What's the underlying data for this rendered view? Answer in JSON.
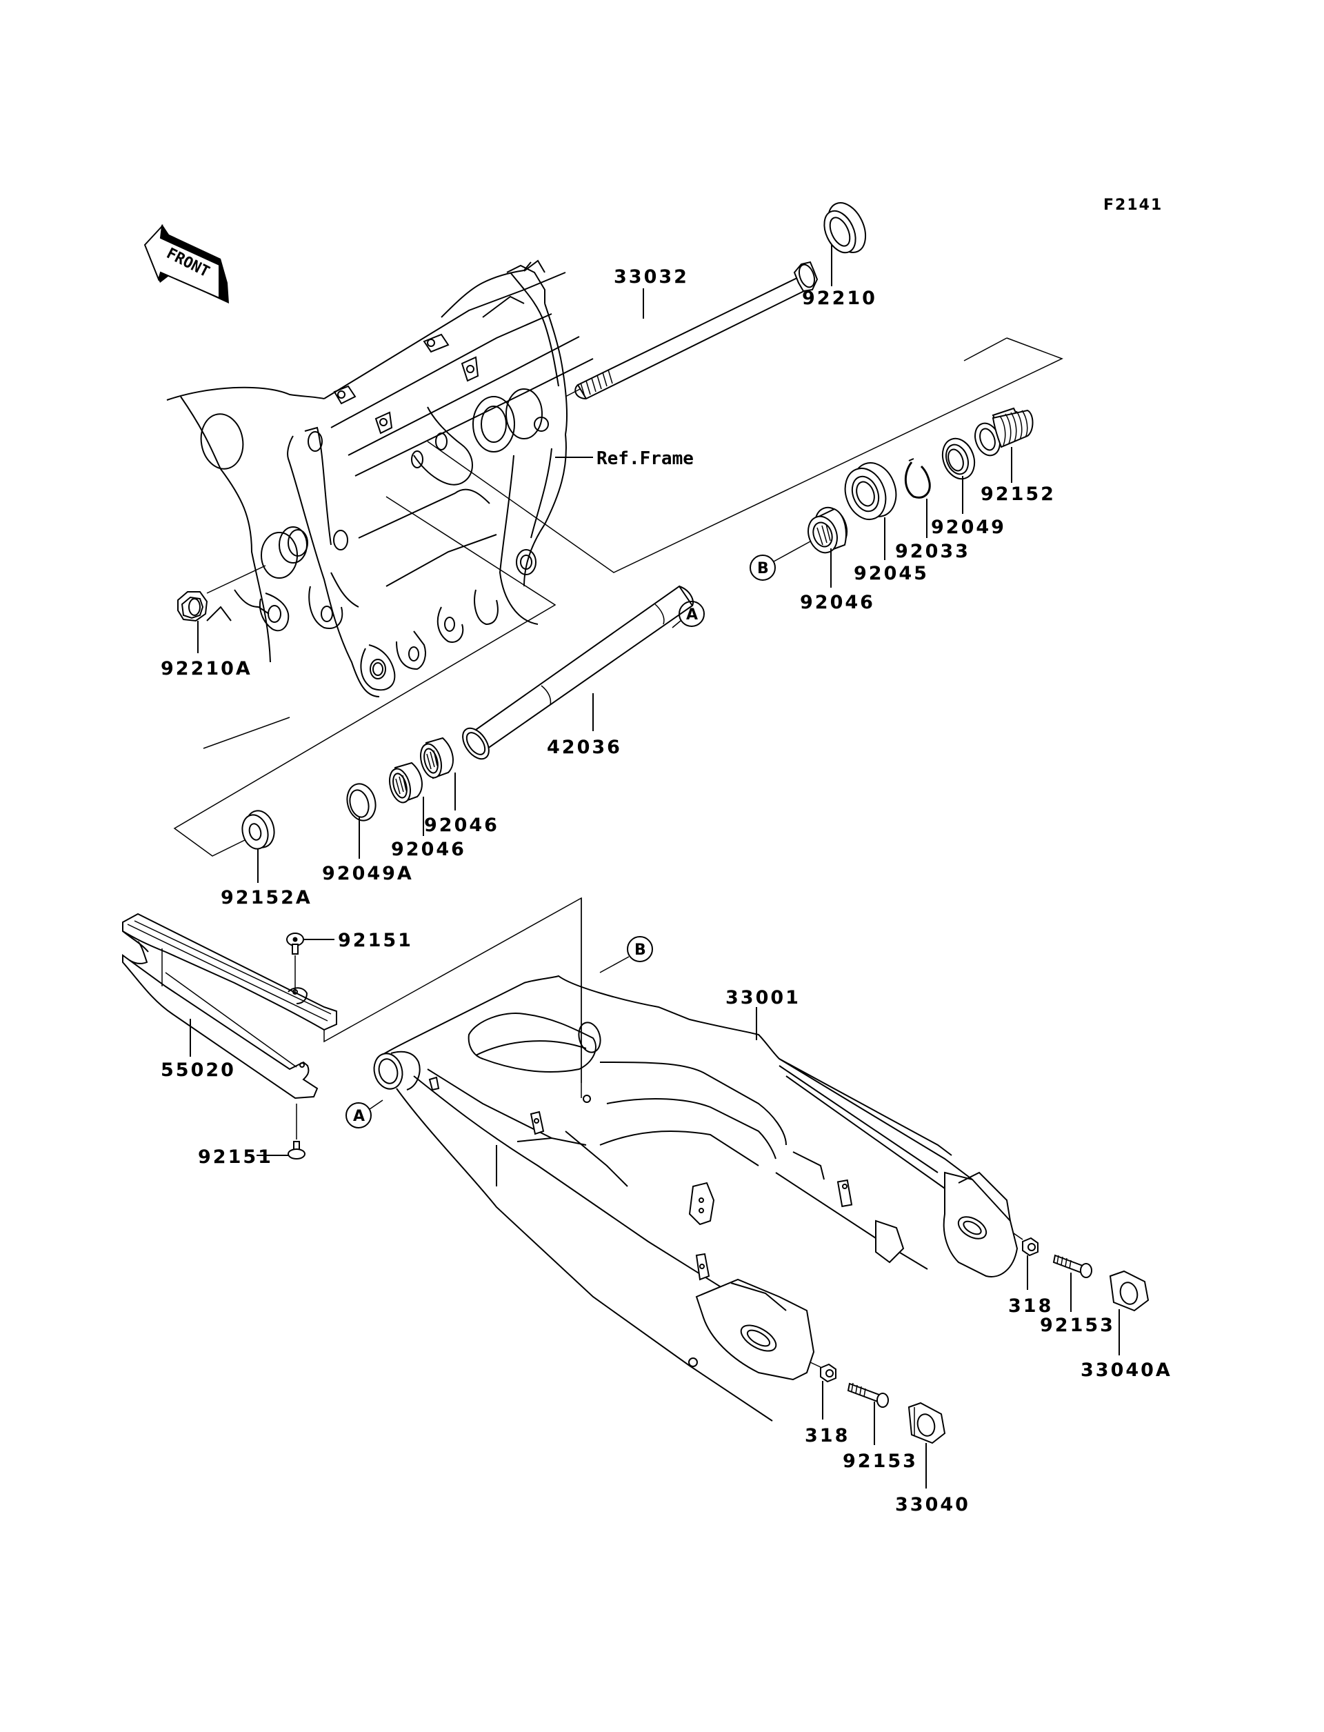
{
  "diagram": {
    "figure_code": "F2141",
    "orientation_sign": {
      "text": "FRONT",
      "icon": "front-arrow-icon"
    },
    "reference_note": "Ref.Frame",
    "reference_markers": [
      "A",
      "B"
    ],
    "parts": [
      {
        "id": "p33032",
        "number": "33032",
        "description_hint": "pivot shaft"
      },
      {
        "id": "p92210",
        "number": "92210",
        "description_hint": "nut"
      },
      {
        "id": "p92210A",
        "number": "92210A",
        "description_hint": "nut"
      },
      {
        "id": "p92152",
        "number": "92152",
        "description_hint": "collar"
      },
      {
        "id": "p92049",
        "number": "92049",
        "description_hint": "oil seal"
      },
      {
        "id": "p92033",
        "number": "92033",
        "description_hint": "circlip"
      },
      {
        "id": "p92045",
        "number": "92045",
        "description_hint": "ball bearing"
      },
      {
        "id": "p92046_b",
        "number": "92046",
        "description_hint": "needle bearing"
      },
      {
        "id": "p42036",
        "number": "42036",
        "description_hint": "pipe sleeve"
      },
      {
        "id": "p92046_1",
        "number": "92046",
        "description_hint": "needle bearing"
      },
      {
        "id": "p92046_2",
        "number": "92046",
        "description_hint": "needle bearing"
      },
      {
        "id": "p92049A",
        "number": "92049A",
        "description_hint": "oil seal"
      },
      {
        "id": "p92152A",
        "number": "92152A",
        "description_hint": "collar"
      },
      {
        "id": "p92151_top",
        "number": "92151",
        "description_hint": "bolt"
      },
      {
        "id": "p92151_bot",
        "number": "92151",
        "description_hint": "bolt"
      },
      {
        "id": "p55020",
        "number": "55020",
        "description_hint": "chain guard"
      },
      {
        "id": "p33001",
        "number": "33001",
        "description_hint": "swingarm"
      },
      {
        "id": "p318_r",
        "number": "318",
        "description_hint": "nut"
      },
      {
        "id": "p92153_r",
        "number": "92153",
        "description_hint": "bolt"
      },
      {
        "id": "p33040A",
        "number": "33040A",
        "description_hint": "chain adjuster"
      },
      {
        "id": "p318_l",
        "number": "318",
        "description_hint": "nut"
      },
      {
        "id": "p92153_l",
        "number": "92153",
        "description_hint": "bolt"
      },
      {
        "id": "p33040",
        "number": "33040",
        "description_hint": "chain adjuster"
      }
    ]
  }
}
